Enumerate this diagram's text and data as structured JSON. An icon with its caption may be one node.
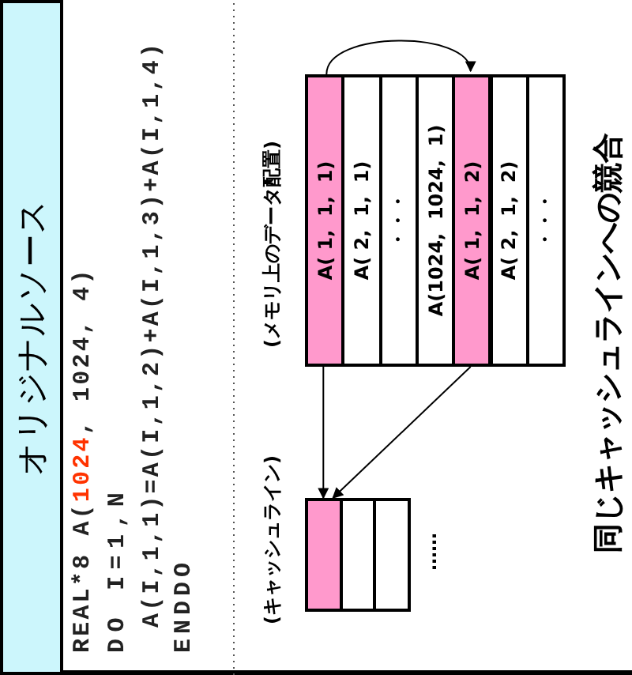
{
  "diagram": {
    "title": "オリジナルソース",
    "caption": "同じキャッシュラインへの競合",
    "nodes": [
      {
        "text": [
          "A( 1,  1,  1)"
        ]
      },
      {
        "text": [
          "A( 2,  1,  1)"
        ]
      },
      {
        "text": [
          "・・・"
        ]
      },
      {
        "text": [
          "A(1024,  1024,  1)"
        ]
      },
      {
        "text": [
          "A( 1,  1,  2)"
        ]
      },
      {
        "text": [
          "A( 2,  1,  2)"
        ]
      },
      {
        "text": [
          "・・・"
        ]
      },
      {
        "text": [],
        "shape": "box"
      },
      {
        "text": [],
        "shape": "box"
      },
      {
        "text": [],
        "shape": "box"
      }
    ],
    "edges": [
      {
        "from": 0,
        "to": 7,
        "arrow": "to"
      },
      {
        "from": 4,
        "to": 7,
        "arrow": "to"
      },
      {
        "from": 0,
        "to": 4,
        "arrow": "to"
      }
    ],
    "labels": [
      "REAL*8 A(**1024**, 1024, 4)",
      "DO I=1,N",
      "A(I,1,1)=A(I,1,2)+A(I,1,3)+A(I,1,4)",
      "ENDDO",
      "(キャッシュライン)",
      "(メモリ上のデータ配置)",
      "……"
    ]
  }
}
